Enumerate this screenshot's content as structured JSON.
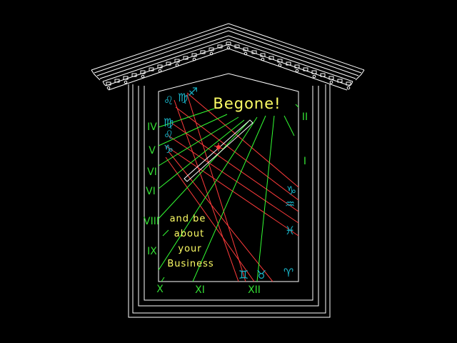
{
  "motto": {
    "headline": "Begone!",
    "line1": "and be",
    "line2": "about",
    "line3": "your",
    "line4": "Business"
  },
  "hours": {
    "ii": "II",
    "i": "I",
    "iv": "IV",
    "v": "V",
    "vi_a": "VI",
    "vi_b": "VI",
    "viii": "VIII",
    "ix": "IX",
    "x": "X",
    "xi": "XI",
    "xii": "XII"
  },
  "zodiac": {
    "leo": "♌",
    "virgo": "♍",
    "sagittarius": "♐",
    "capricorn": "♑",
    "aquarius": "♒",
    "pisces": "♓",
    "aries": "♈",
    "taurus": "♉",
    "gemini": "♊"
  },
  "colors": {
    "background": "#000000",
    "frame": "#ffffff",
    "hour_lines": "#33ff33",
    "date_lines": "#ff3b3b",
    "hour_labels": "#33dd33",
    "zodiac": "#19b4c8",
    "motto": "#ffff66",
    "gnomon": "#ff3b3b"
  }
}
